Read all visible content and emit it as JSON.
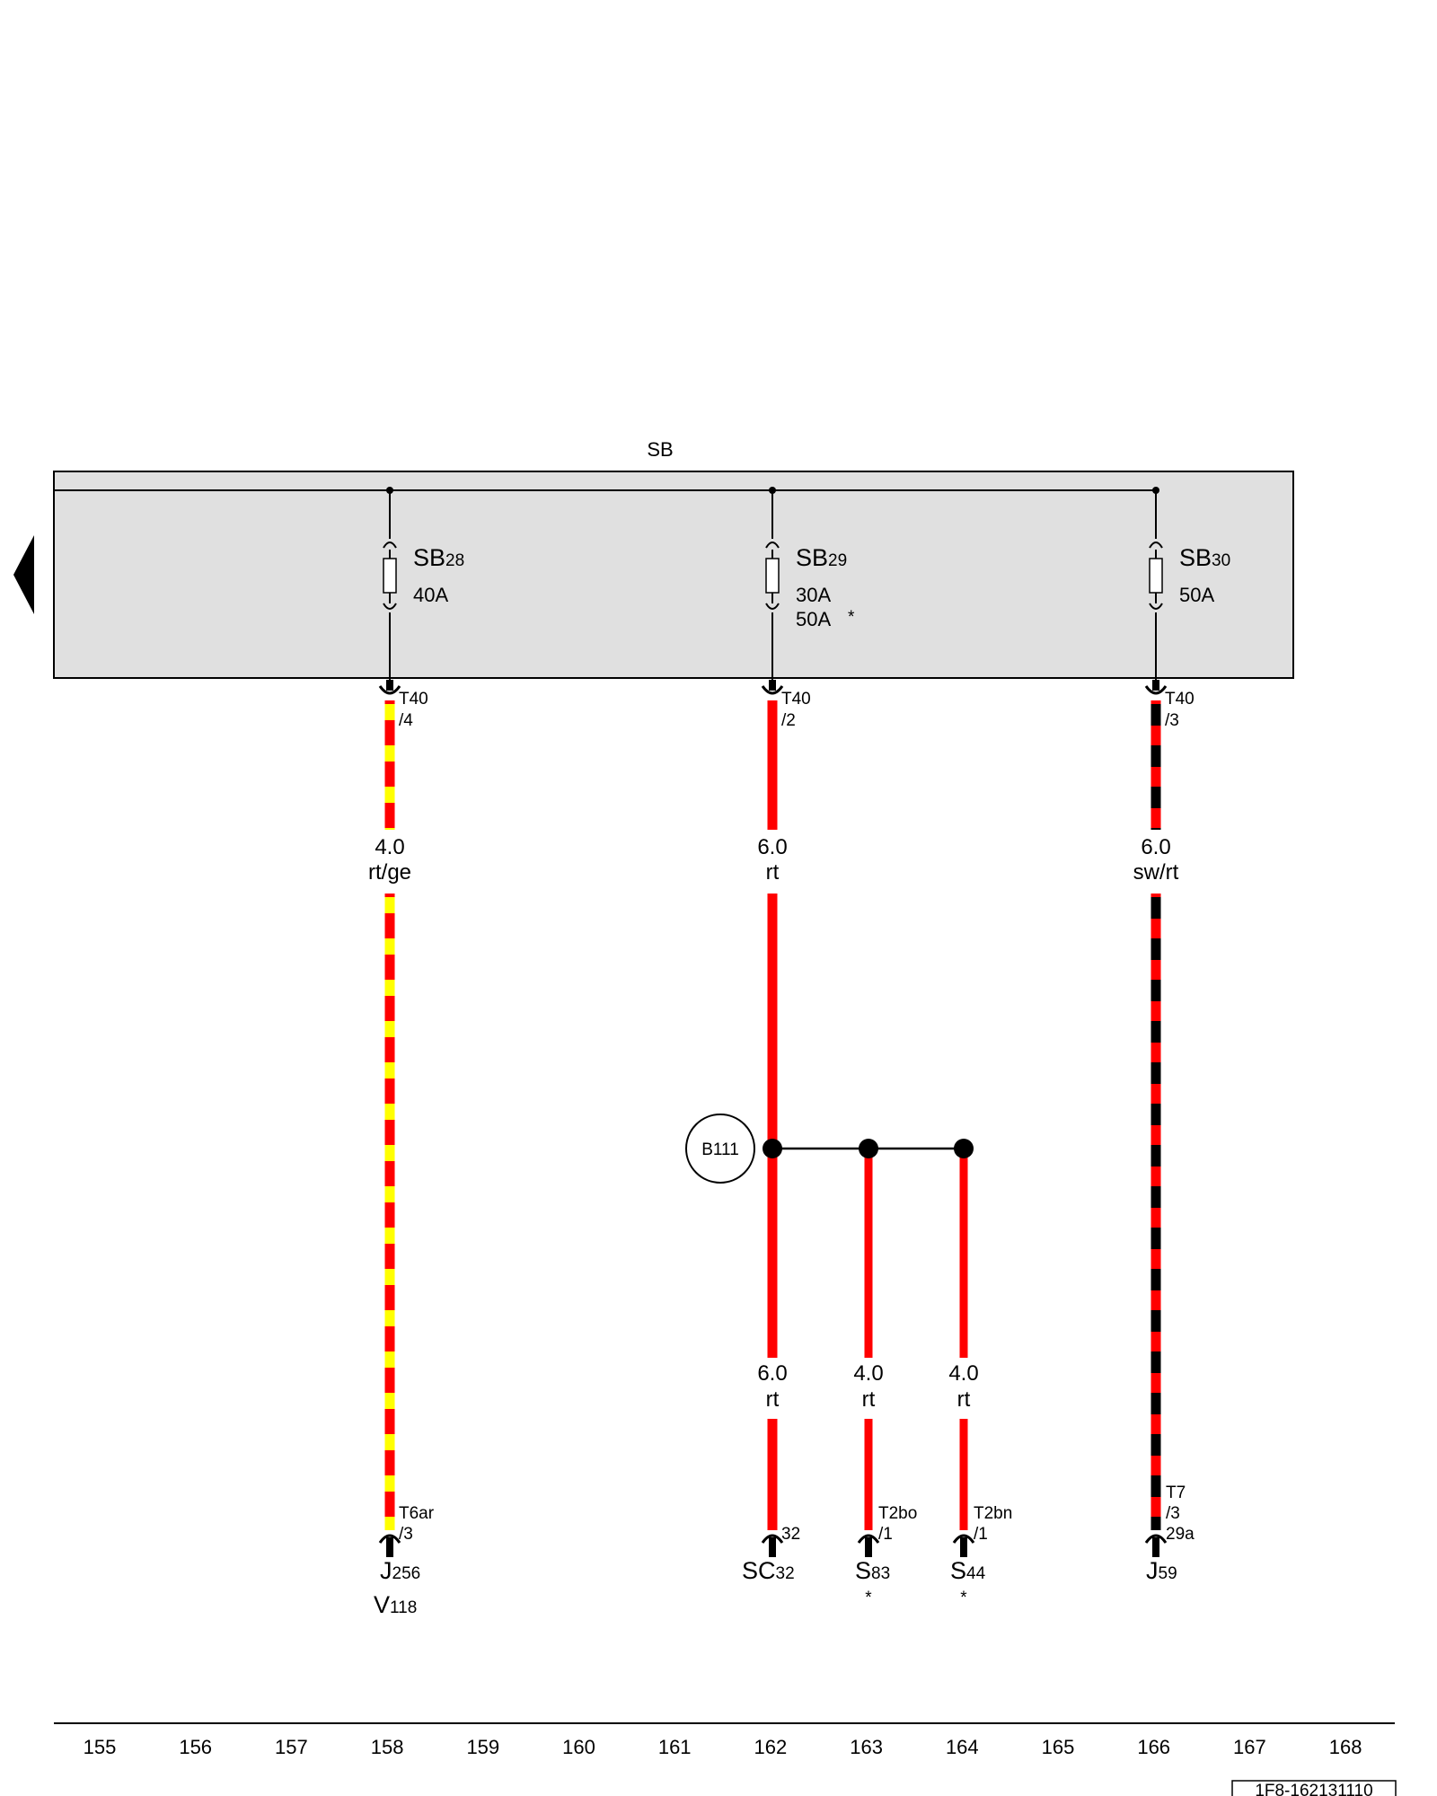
{
  "panel": {
    "label": "SB",
    "fill": "#e0e0e0"
  },
  "fuses": [
    {
      "name": "SB",
      "num": "28",
      "ratings": [
        "40A"
      ],
      "star": ""
    },
    {
      "name": "SB",
      "num": "29",
      "ratings": [
        "30A",
        "50A"
      ],
      "star": "*"
    },
    {
      "name": "SB",
      "num": "30",
      "ratings": [
        "50A"
      ],
      "star": ""
    }
  ],
  "top_connectors": [
    {
      "name": "T40",
      "pin": "/4"
    },
    {
      "name": "T40",
      "pin": "/2"
    },
    {
      "name": "T40",
      "pin": "/3"
    }
  ],
  "wire_labels": [
    {
      "size": "4.0",
      "color": "rt/ge"
    },
    {
      "size": "6.0",
      "color": "rt"
    },
    {
      "size": "6.0",
      "color": "sw/rt"
    },
    {
      "size": "6.0",
      "color": "rt"
    },
    {
      "size": "4.0",
      "color": "rt"
    },
    {
      "size": "4.0",
      "color": "rt"
    }
  ],
  "splice": {
    "label": "B111"
  },
  "bottom_connectors": [
    {
      "lines": [
        "T6ar",
        "/3"
      ]
    },
    {
      "lines": [
        "32"
      ]
    },
    {
      "lines": [
        "T2bo",
        "/1"
      ]
    },
    {
      "lines": [
        "T2bn",
        "/1"
      ]
    },
    {
      "lines": [
        "T7",
        "/3",
        "29a"
      ]
    }
  ],
  "components": [
    {
      "main": "J",
      "sub": "256",
      "main2": "V",
      "sub2": "118",
      "star": ""
    },
    {
      "main": "SC",
      "sub": "32",
      "star": ""
    },
    {
      "main": "S",
      "sub": "83",
      "star": "*"
    },
    {
      "main": "S",
      "sub": "44",
      "star": "*"
    },
    {
      "main": "J",
      "sub": "59",
      "star": ""
    }
  ],
  "ruler": [
    "155",
    "156",
    "157",
    "158",
    "159",
    "160",
    "161",
    "162",
    "163",
    "164",
    "165",
    "166",
    "167",
    "168"
  ],
  "doc_id": "1F8-162131110",
  "colors": {
    "red": "#ff0000",
    "yellow": "#ffff00",
    "black": "#000000"
  }
}
